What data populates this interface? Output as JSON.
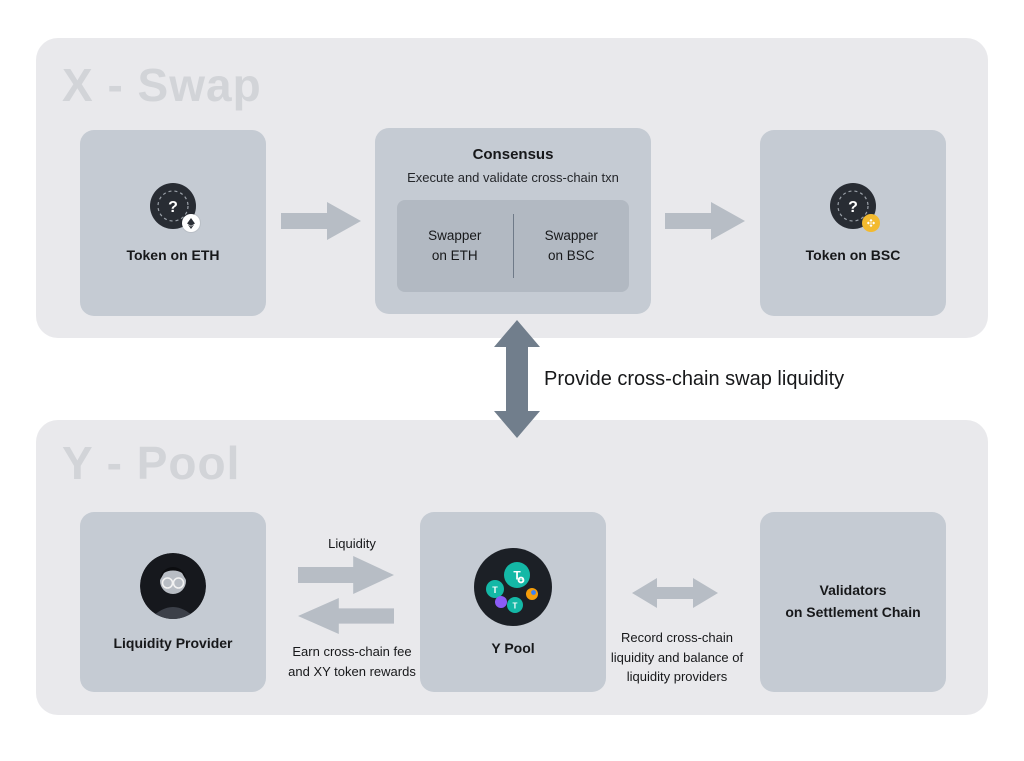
{
  "glyphs": {
    "question": "?",
    "token_letter": "T"
  },
  "xswap": {
    "title": "X - Swap",
    "token_eth_label": "Token on ETH",
    "consensus_title": "Consensus",
    "consensus_subtitle": "Execute and validate cross-chain txn",
    "swapper_eth": "Swapper\non ETH",
    "swapper_bsc": "Swapper\non BSC",
    "token_bsc_label": "Token on BSC"
  },
  "connector_label": "Provide cross-chain swap liquidity",
  "ypool": {
    "title": "Y - Pool",
    "lp_label": "Liquidity Provider",
    "liquidity_label": "Liquidity",
    "earn_label": "Earn cross-chain fee\nand XY token rewards",
    "pool_label": "Y Pool",
    "record_label": "Record cross-chain\nliquidity and balance of\nliquidity providers",
    "validators_label": "Validators\non Settlement Chain"
  },
  "colors": {
    "panel_bg": "#e9e9ec",
    "card_bg": "#c5cbd3",
    "inner_box_bg": "#b2b9c2",
    "arrow_light": "#b7bdc5",
    "arrow_dark": "#717e8c",
    "watermark": "#d2d4d8",
    "text": "#17181a",
    "eth_badge_bg": "#ffffff",
    "bsc_badge_bg": "#f3ba2f",
    "token_teal": "#14b8a6",
    "token_purple": "#8b5cf6",
    "token_orange": "#f59e0b"
  }
}
